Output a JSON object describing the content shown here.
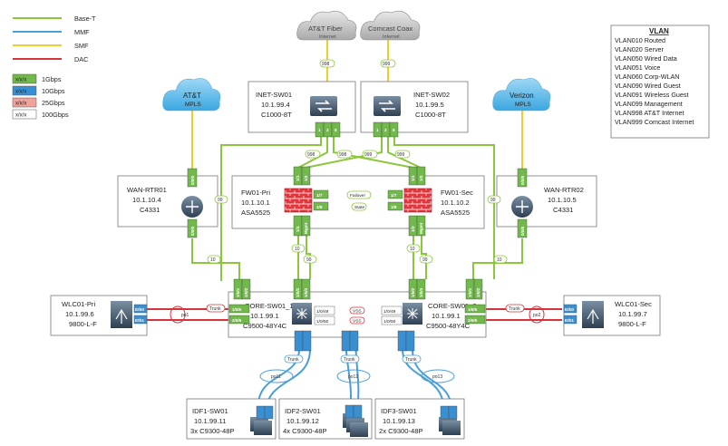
{
  "legend_lines": [
    {
      "label": "Base-T",
      "color": "#8cc63f"
    },
    {
      "label": "MMF",
      "color": "#4a9fd8"
    },
    {
      "label": "SMF",
      "color": "#f2cc2b"
    },
    {
      "label": "DAC",
      "color": "#d8333a"
    }
  ],
  "legend_ports": [
    {
      "sample": "x/x/x",
      "label": "1Gbps",
      "color": "#71b94a"
    },
    {
      "sample": "x/x/x",
      "label": "10Gbps",
      "color": "#3a8fd1"
    },
    {
      "sample": "x/x/x",
      "label": "25Gbps",
      "color": "#f0a39a"
    },
    {
      "sample": "x/x/x",
      "label": "100Gbps",
      "color": "#ffffff"
    }
  ],
  "vlan": {
    "title": "VLAN",
    "items": [
      "VLAN010 Routed",
      "VLAN020 Server",
      "VLAN050 Wired Data",
      "VLAN051 Voice",
      "VLAN060 Corp-WLAN",
      "VLAN090 Wired Guest",
      "VLAN091 Wireless Guest",
      "VLAN099 Management",
      "VLAN998 AT&T Internet",
      "VLAN999 Comcast Internet"
    ]
  },
  "clouds": {
    "att_fiber": {
      "title": "AT&T Fiber",
      "sub": "Internet"
    },
    "comcast": {
      "title": "Comcast Coax",
      "sub": "Internet"
    },
    "att_mpls": {
      "title": "AT&T",
      "sub": "MPLS"
    },
    "verizon": {
      "title": "Verizon",
      "sub": "MPLS"
    }
  },
  "devices": {
    "inet1": [
      "INET-SW01",
      "10.1.99.4",
      "C1000-8T"
    ],
    "inet2": [
      "INET-SW02",
      "10.1.99.5",
      "C1000-8T"
    ],
    "wan1": [
      "WAN-RTR01",
      "10.1.10.4",
      "C4331"
    ],
    "wan2": [
      "WAN-RTR02",
      "10.1.10.5",
      "C4331"
    ],
    "fw1": [
      "FW01-Pri",
      "10.1.10.1",
      "ASA5525"
    ],
    "fw2": [
      "FW01-Sec",
      "10.1.10.2",
      "ASA5525"
    ],
    "core1": [
      "CORE-SW01_1",
      "10.1.99.1",
      "C9500-48Y4C"
    ],
    "core2": [
      "CORE-SW01_2",
      "10.1.99.1",
      "C9500-48Y4C"
    ],
    "wlc1": [
      "WLC01-Pri",
      "10.1.99.6",
      "9800-L-F"
    ],
    "wlc2": [
      "WLC01-Sec",
      "10.1.99.7",
      "9800-L-F"
    ],
    "idf1": [
      "IDF1-SW01",
      "10.1.99.11",
      "3x C9300-48P"
    ],
    "idf2": [
      "IDF2-SW01",
      "10.1.99.12",
      "4x C9300-48P"
    ],
    "idf3": [
      "IDF3-SW01",
      "10.1.99.13",
      "2x C9300-48P"
    ]
  },
  "links": {
    "vlan998": "998",
    "vlan999": "999",
    "vlan99": "99",
    "vlan10": "10",
    "failover": "Failover",
    "state": "State",
    "vss": "VSS",
    "trunk": "Trunk",
    "po1": "po1",
    "po2": "po2",
    "po11": "po11",
    "po12": "po12",
    "po13": "po13"
  },
  "ports": {
    "inet1": [
      "1",
      "2",
      "8"
    ],
    "inet2": [
      "1",
      "2",
      "8"
    ],
    "fw1_top": [
      "1/1",
      "1/2"
    ],
    "fw2_top": [
      "1/1",
      "1/2"
    ],
    "fw1_mid": [
      "1/7",
      "1/8"
    ],
    "fw2_mid": [
      "1/7",
      "1/8"
    ],
    "fw1_bot": [
      "1/3",
      "Mgmt"
    ],
    "fw2_bot": [
      "1/3",
      "Mgmt"
    ],
    "wan1": [
      "0/0/0",
      "0/0/0"
    ],
    "wan2": [
      "0/0/0",
      "0/0/0"
    ],
    "core1_top": [
      "1/0/1",
      "1/0/2",
      "1/0/3"
    ],
    "core2_top": [
      "1/0/1",
      "1/0/2",
      "1/0/3"
    ],
    "core1_left": [
      "1/0/5",
      "2/0/5"
    ],
    "core2_right": [
      "1/0/5",
      "2/0/5"
    ],
    "core_mid": [
      "1/0/49",
      "1/0/50"
    ],
    "wlc": [
      "Eth0",
      "Eth1"
    ]
  }
}
